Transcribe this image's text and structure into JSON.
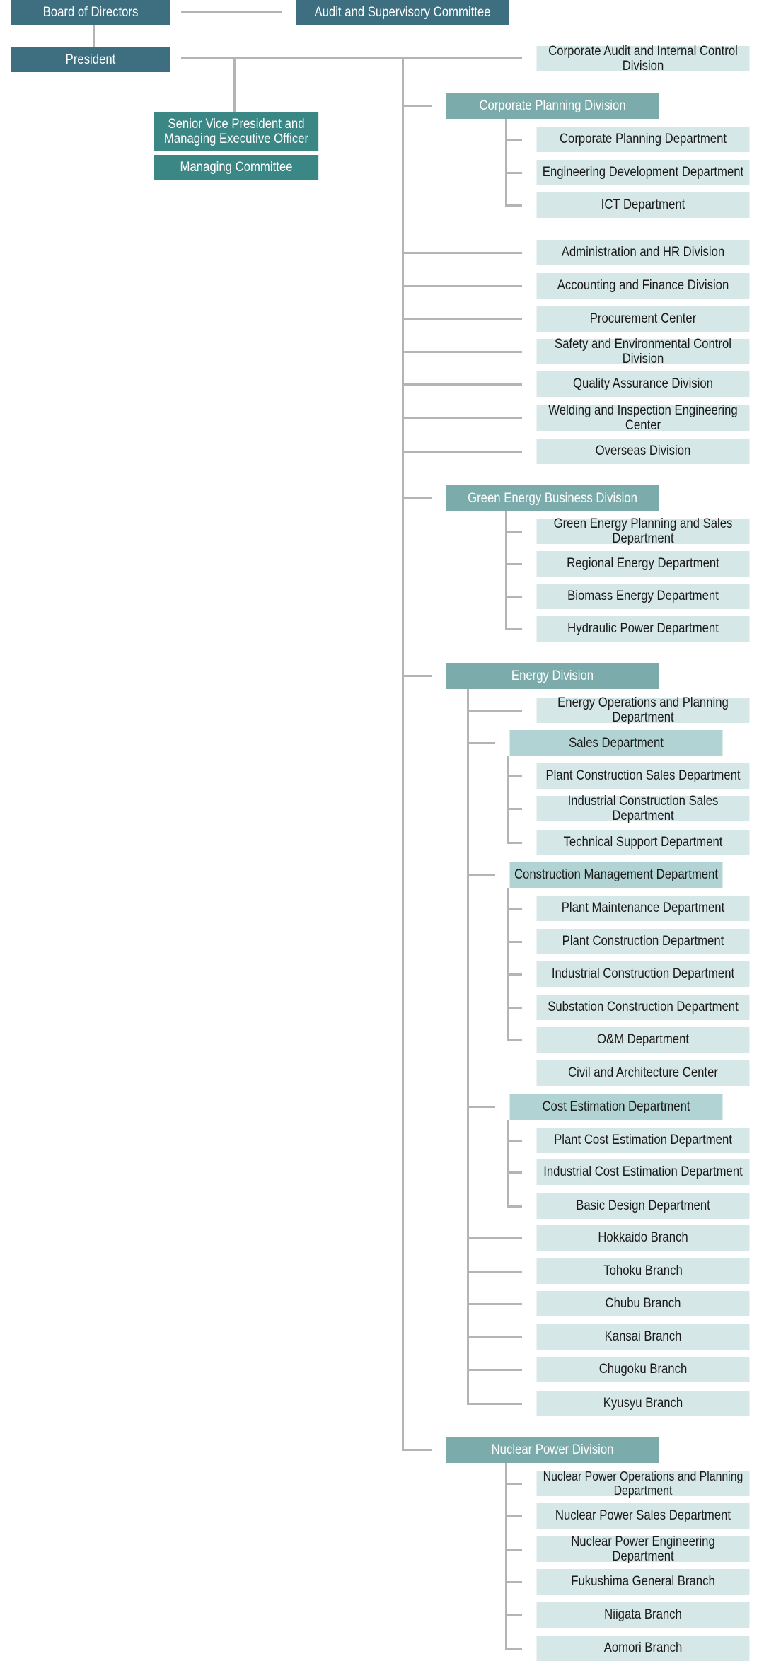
{
  "top": {
    "board": "Board of Directors",
    "audit_committee": "Audit and Supervisory Committee",
    "president": "President",
    "svp": "Senior Vice President and Managing Executive Officer",
    "managing_committee": "Managing Committee",
    "corporate_audit": "Corporate Audit and Internal Control Division"
  },
  "corporate_planning": {
    "title": "Corporate Planning Division",
    "departments": [
      "Corporate Planning Department",
      "Engineering Development Department",
      "ICT Department"
    ]
  },
  "standalone": [
    "Administration and HR Division",
    "Accounting and Finance Division",
    "Procurement Center",
    "Safety and Environmental Control Division",
    "Quality Assurance Division",
    "Welding and Inspection Engineering Center",
    "Overseas Division"
  ],
  "green_energy": {
    "title": "Green Energy Business Division",
    "departments": [
      "Green Energy Planning and Sales Department",
      "Regional Energy Department",
      "Biomass Energy Department",
      "Hydraulic Power Department"
    ]
  },
  "energy": {
    "title": "Energy Division",
    "operations": "Energy Operations and Planning Department",
    "sales": {
      "title": "Sales Department",
      "departments": [
        "Plant Construction Sales Department",
        "Industrial Construction Sales Department",
        "Technical Support Department"
      ]
    },
    "construction": {
      "title": "Construction Management Department",
      "departments": [
        "Plant Maintenance Department",
        "Plant Construction Department",
        "Industrial Construction Department",
        "Substation Construction Department",
        "O&M Department"
      ]
    },
    "civil": "Civil and Architecture Center",
    "cost": {
      "title": "Cost Estimation Department",
      "departments": [
        "Plant Cost Estimation Department",
        "Industrial Cost Estimation Department",
        "Basic Design Department"
      ]
    },
    "branches": [
      "Hokkaido Branch",
      "Tohoku Branch",
      "Chubu Branch",
      "Kansai Branch",
      "Chugoku Branch",
      "Kyusyu Branch"
    ]
  },
  "nuclear": {
    "title": "Nuclear Power Division",
    "departments": [
      "Nuclear Power Operations and Planning Department",
      "Nuclear Power Sales Department",
      "Nuclear Power Engineering Department",
      "Fukushima General Branch",
      "Niigata Branch",
      "Aomori Branch"
    ]
  },
  "colors": {
    "top": "#3d6f80",
    "management": "#3a8785",
    "division": "#7bacab",
    "sub_department": "#b2d3d3",
    "department": "#d6e7e7",
    "connector": "#b4b4b4"
  }
}
